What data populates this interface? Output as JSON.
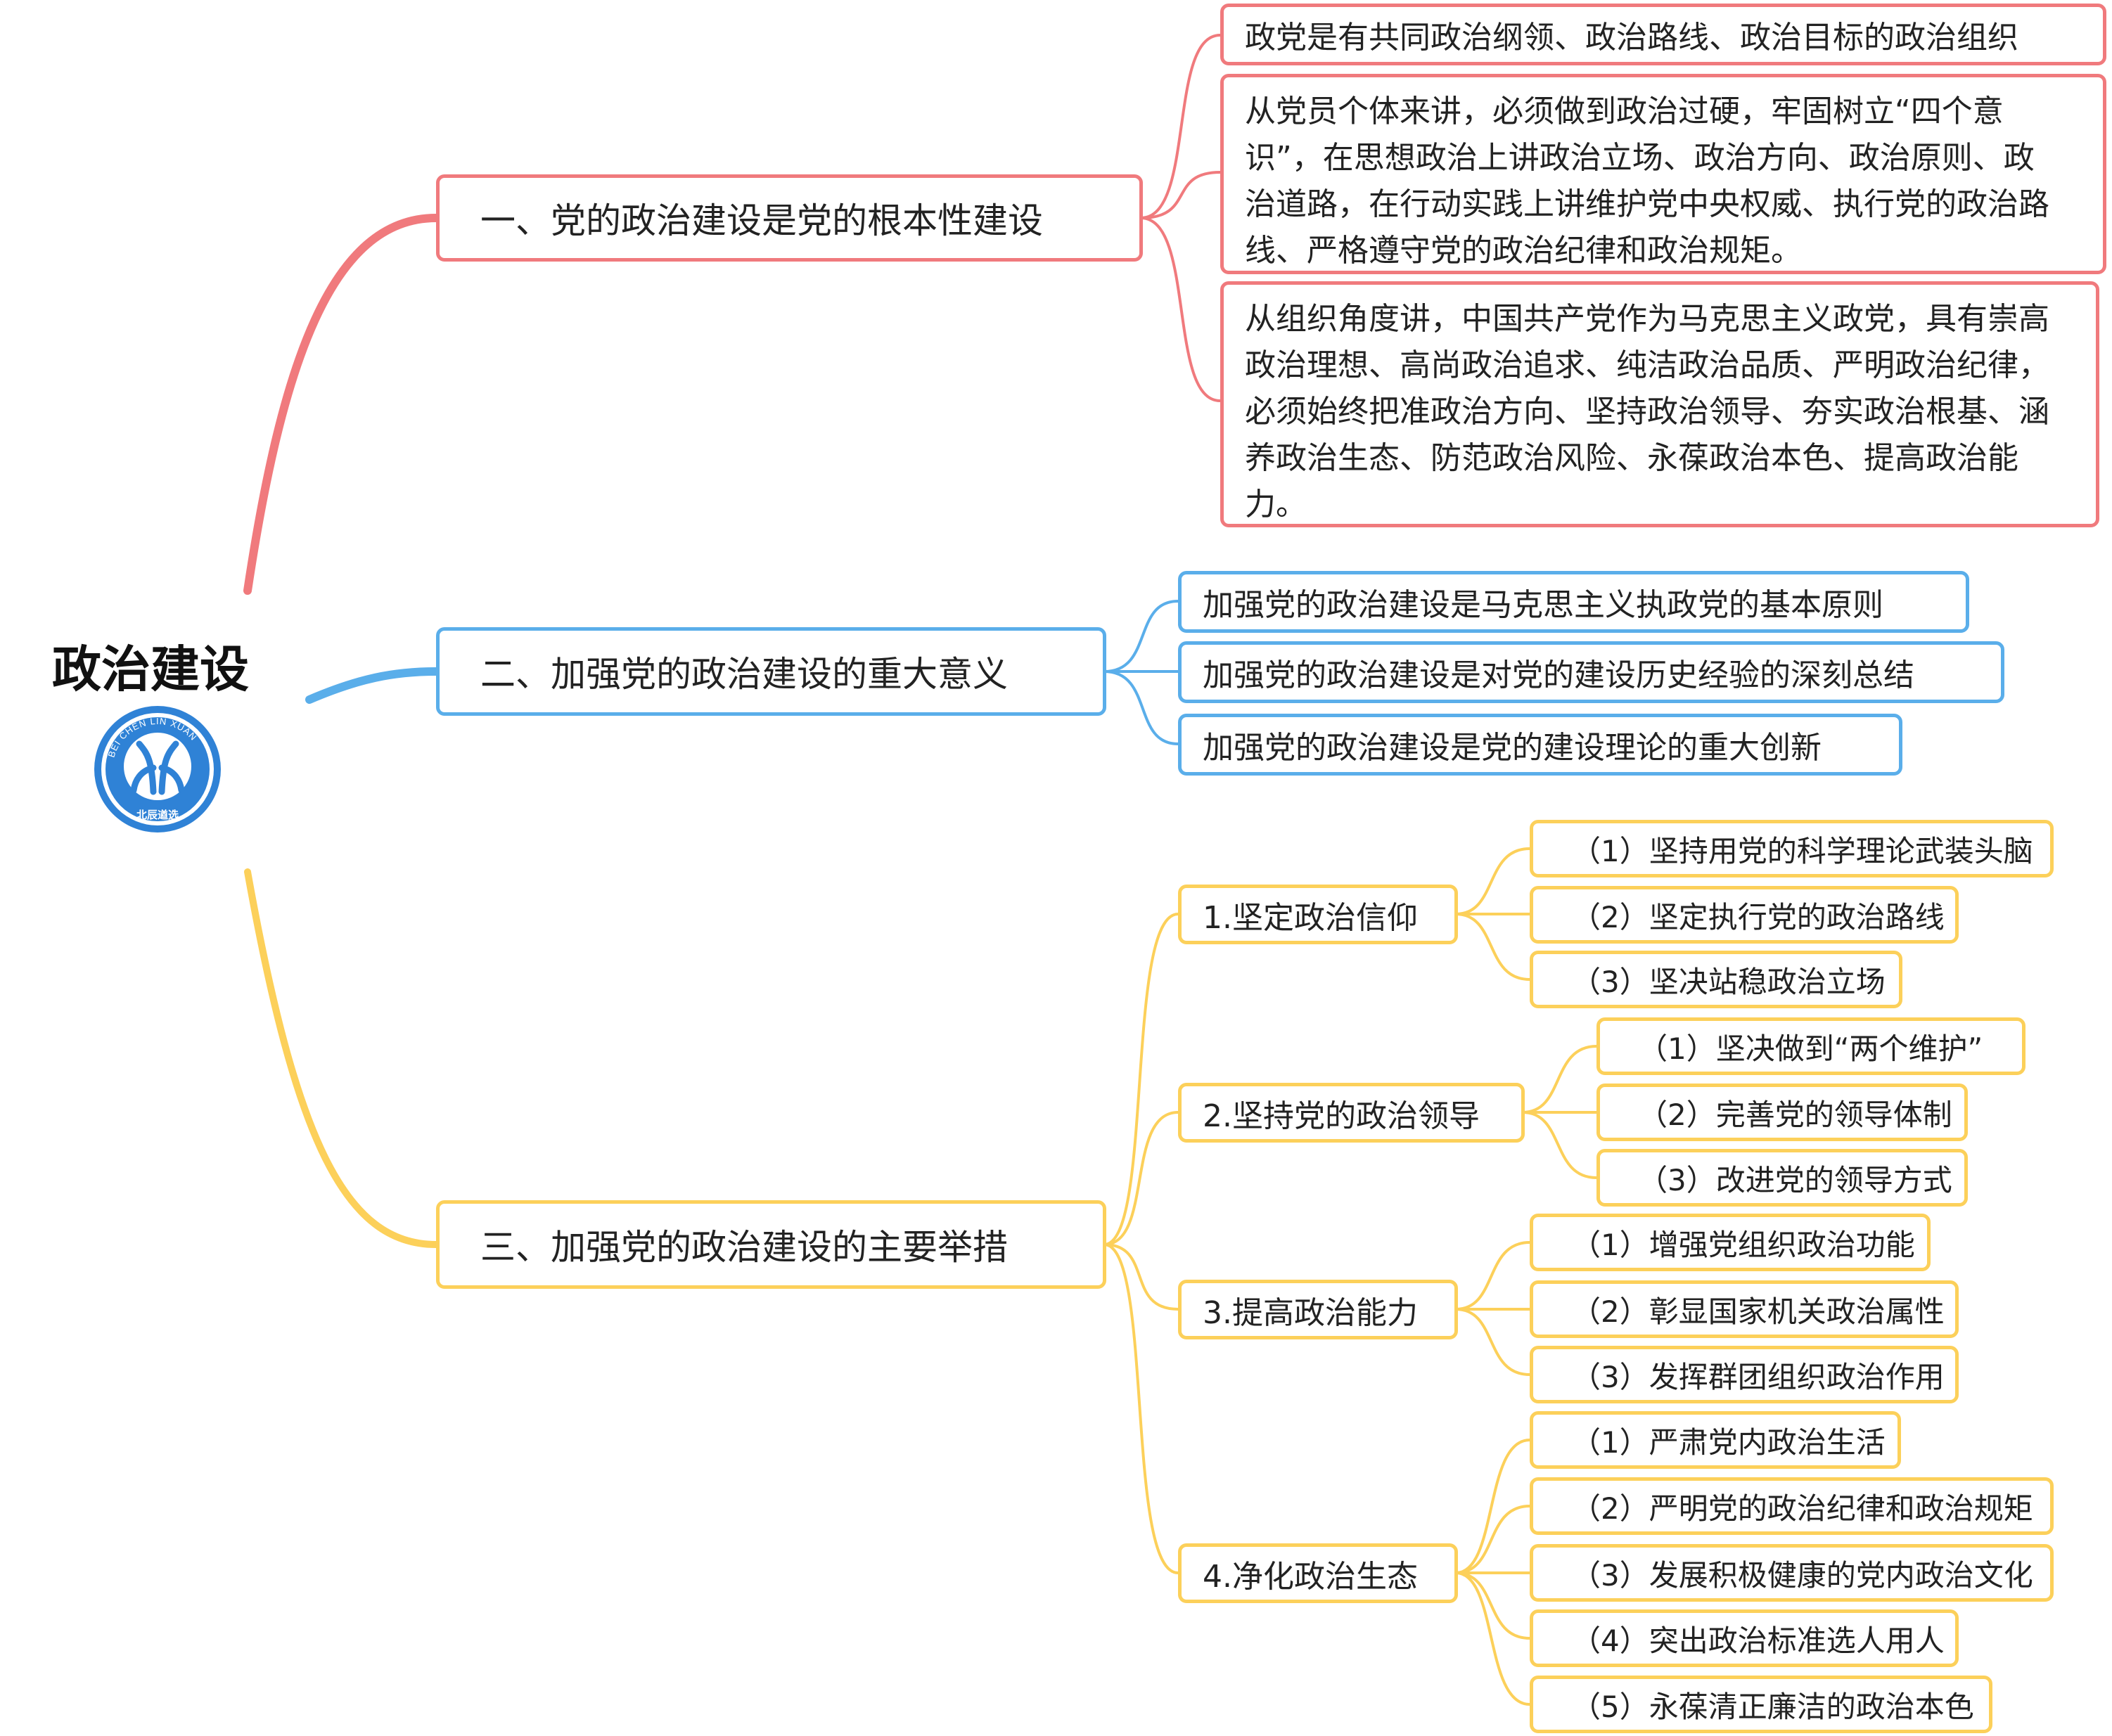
{
  "root": {
    "title": "政治建设",
    "logo_text": "北辰遒选",
    "logo_ring": "BEI CHEN LIN XUAN"
  },
  "colors": {
    "red": "#f07a7d",
    "blue": "#5aaeea",
    "yellow": "#fcd05a",
    "logo": "#2f82d6"
  },
  "branches": [
    {
      "label": "一、党的政治建设是党的根本性建设",
      "children": [
        "政党是有共同政治纲领、政治路线、政治目标的政治组织",
        "从党员个体来讲，必须做到政治过硬，牢固树立“四个意识”，在思想政治上讲政治立场、政治方向、政治原则、政治道路，在行动实践上讲维护党中央权威、执行党的政治路线、严格遵守党的政治纪律和政治规矩。",
        "从组织角度讲，中国共产党作为马克思主义政党，具有崇高政治理想、高尚政治追求、纯洁政治品质、严明政治纪律，必须始终把准政治方向、坚持政治领导、夯实政治根基、涵养政治生态、防范政治风险、永葆政治本色、提高政治能力。"
      ]
    },
    {
      "label": "二、加强党的政治建设的重大意义",
      "children": [
        "加强党的政治建设是马克思主义执政党的基本原则",
        "加强党的政治建设是对党的建设历史经验的深刻总结",
        "加强党的政治建设是党的建设理论的重大创新"
      ]
    },
    {
      "label": "三、加强党的政治建设的主要举措",
      "groups": [
        {
          "label": "1.坚定政治信仰",
          "items": [
            "（1）坚持用党的科学理论武装头脑",
            "（2）坚定执行党的政治路线",
            "（3）坚决站稳政治立场"
          ]
        },
        {
          "label": "2.坚持党的政治领导",
          "items": [
            "（1）坚决做到“两个维护”",
            "（2）完善党的领导体制",
            "（3）改进党的领导方式"
          ]
        },
        {
          "label": "3.提高政治能力",
          "items": [
            "（1）增强党组织政治功能",
            "（2）彰显国家机关政治属性",
            "（3）发挥群团组织政治作用"
          ]
        },
        {
          "label": "4.净化政治生态",
          "items": [
            "（1）严肃党内政治生活",
            "（2）严明党的政治纪律和政治规矩",
            "（3）发展积极健康的党内政治文化",
            "（4）突出政治标准选人用人",
            "（5）永葆清正廉洁的政治本色"
          ]
        }
      ]
    }
  ]
}
